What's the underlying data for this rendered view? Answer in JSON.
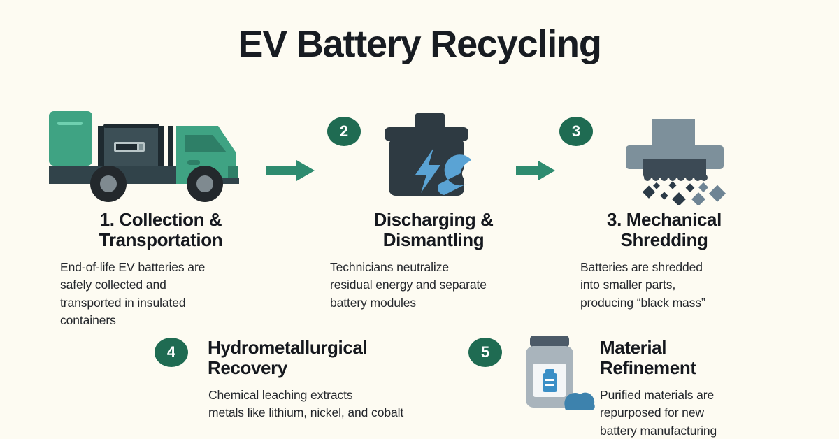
{
  "page": {
    "title": "EV Battery Recycling",
    "background_color": "#FDFBF2",
    "accent_green": "#1F6B52",
    "arrow_green": "#2E8B6F",
    "heading_color": "#15181E",
    "body_color": "#24272C",
    "blue_accent": "#5AA3D4"
  },
  "steps": [
    {
      "number": "1",
      "icon": "collection-truck-icon",
      "heading": "1. Collection &\nTransportation",
      "heading_line1": "1. Collection &",
      "heading_line2": "Transportation",
      "body": "End-of-life EV batteries are safely collected and transported in insulated containers",
      "body_line1": "End-of-life EV batteries are",
      "body_line2": "safely collected and",
      "body_line3": "transported in insulated",
      "body_line4": "containers",
      "has_badge": false
    },
    {
      "number": "2",
      "icon": "battery-wrench-icon",
      "heading": "Discharging &\nDismantling",
      "heading_line1": "Discharging &",
      "heading_line2": "Dismantling",
      "body": "Technicians neutralize residual energy and separate battery modules",
      "body_line1": "Technicians neutralize",
      "body_line2": "residual energy and separate",
      "body_line3": "battery modules",
      "has_badge": true
    },
    {
      "number": "3",
      "icon": "shredder-icon",
      "heading": "3. Mechanical\nShredding",
      "heading_line1": "3. Mechanical",
      "heading_line2": "Shredding",
      "body": "Batteries are shredded into smaller parts, producing “black mass”",
      "body_line1": "Batteries are shredded",
      "body_line2": "into smaller parts,",
      "body_line3": "producing “black mass”",
      "has_badge": true
    },
    {
      "number": "4",
      "icon": "none",
      "heading": "Hydrometallurgical\nRecovery",
      "heading_line1": "Hydrometallurgical",
      "heading_line2": "Recovery",
      "body": "Chemical leaching extracts metals like lithium, nickel, and cobalt",
      "body_line1": "Chemical leaching extracts",
      "body_line2": "metals like lithium, nickel, and cobalt",
      "has_badge": true
    },
    {
      "number": "5",
      "icon": "jar-powder-icon",
      "heading": "Material\nRefinement",
      "heading_line1": "Material",
      "heading_line2": "Refinement",
      "body": "Purified materials are repurposed for new battery manufacturing",
      "body_line1": "Purified materials are",
      "body_line2": "repurposed for new",
      "body_line3": "battery manufacturing",
      "has_badge": true
    }
  ],
  "arrows": [
    {
      "name": "arrow-step1-to-step2"
    },
    {
      "name": "arrow-step2-to-step3"
    }
  ]
}
